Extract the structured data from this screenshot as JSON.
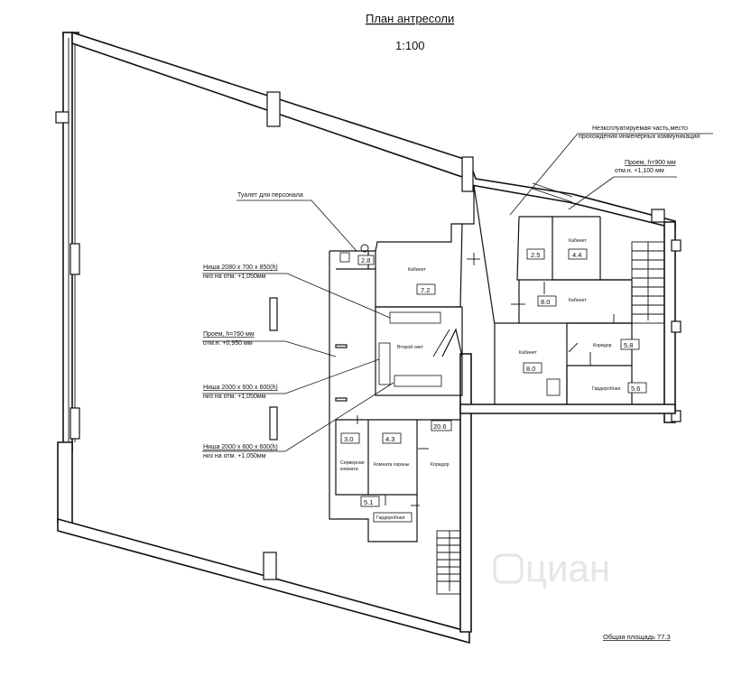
{
  "title": "План антресоли",
  "scale": "1:100",
  "annotations": {
    "non_operated": [
      "Неэксплуатируемая часть,место",
      "прохождения инженерных коммуникаций"
    ],
    "opening_900": [
      "Проем, h=900 мм",
      "отм.н. +1,100 мм"
    ],
    "staff_toilet": "Туалет для персонала",
    "niche_1": [
      "Ниша 2080 х 700 х 850(h)",
      "низ на отм. +1,050мм"
    ],
    "opening_760": [
      "Проем, h=760 мм",
      "отм.н. +0,950 мм"
    ],
    "niche_2": [
      "Ниша 2000 х 600 х 600(h)",
      "низ на отм. +1,050мм"
    ],
    "niche_3": [
      "Ниша 2000 х 600 х 600(h)",
      "низ на отм. +1,050мм"
    ]
  },
  "rooms": {
    "toilet": {
      "area": "2.8"
    },
    "cabinet_72": {
      "label": "Кабинет",
      "area": "7.2"
    },
    "second_light": {
      "label": "Второй свет"
    },
    "room_25": {
      "area": "2.5"
    },
    "cabinet_44": {
      "label": "Кабинет",
      "area": "4.4"
    },
    "cabinet_80a": {
      "label": "Кабинет",
      "area": "8.0"
    },
    "cabinet_80b": {
      "label": "Кабинет",
      "area": "8.0"
    },
    "corridor_58": {
      "label": "Коридор",
      "area": "5.8"
    },
    "wardrobe_56": {
      "label": "Гардеробная",
      "area": "5.6"
    },
    "server_30": {
      "label": [
        "Серверная",
        "комната"
      ],
      "area": "3.0"
    },
    "security_43": {
      "label": "Комната охраны",
      "area": "4.3"
    },
    "corridor_206": {
      "label": "Коридор",
      "area": "20.6"
    },
    "wardrobe_51": {
      "label": "Гардеробная",
      "area": "5.1"
    }
  },
  "total_area": "Общая площадь  77.3",
  "watermark": "циан"
}
